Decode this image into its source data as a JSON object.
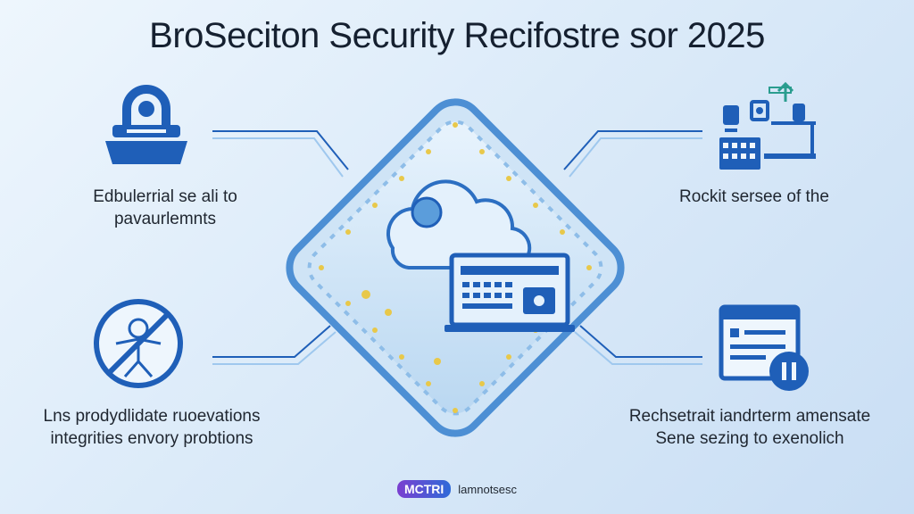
{
  "title": "BroSeciton Security Recifostre sor 2025",
  "captions": {
    "top_left": [
      "Edbulerrial se ali to",
      "pavaurlemnts"
    ],
    "top_right": [
      "Rockit sersee of the"
    ],
    "bottom_left": [
      "Lns prodydlidate ruoevations",
      "integrities envory probtions"
    ],
    "bottom_right": [
      "Rechsetrait iandrterm amensate",
      "Sene sezing to exenolich"
    ]
  },
  "footer": {
    "logo": "MCTRI",
    "text": "lamnotsesc"
  },
  "icons": {
    "top_left": "lock-icon",
    "top_right": "network-devices-icon",
    "bottom_left": "no-access-icon",
    "bottom_right": "document-pause-icon",
    "center": "cloud-laptop-icon"
  },
  "colors": {
    "accent": "#1f5fb8",
    "accent_light": "#9fc8ee",
    "star": "#e8c84a",
    "background": "#dcebf9"
  }
}
